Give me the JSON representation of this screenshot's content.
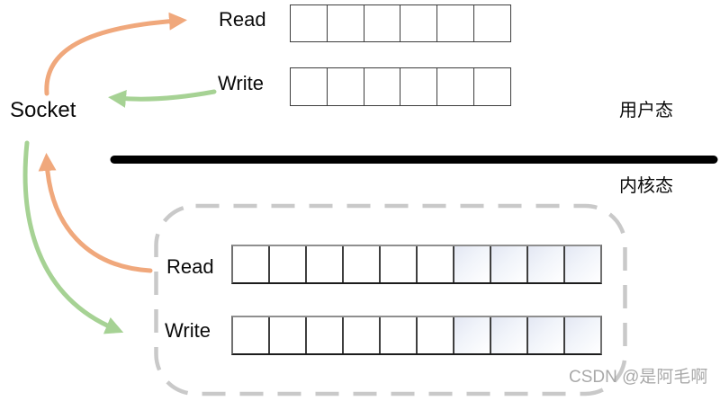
{
  "diagram": {
    "socket_label": "Socket",
    "zones": {
      "user": "用户态",
      "kernel": "内核态"
    },
    "user_space": {
      "read_label": "Read",
      "write_label": "Write",
      "read_buffer": {
        "cells": 6,
        "highlighted_cells": 0
      },
      "write_buffer": {
        "cells": 6,
        "highlighted_cells": 0
      }
    },
    "kernel_space": {
      "read_label": "Read",
      "write_label": "Write",
      "read_buffer": {
        "cells": 10,
        "highlighted_cells": 4
      },
      "write_buffer": {
        "cells": 10,
        "highlighted_cells": 4
      }
    },
    "colors": {
      "read_arrow": "#f0a87c",
      "write_arrow": "#a6d294",
      "boundary_line": "#000000",
      "kernel_box_border": "#c9c9c9",
      "cell_highlight_tint": "#e3e7f3"
    }
  },
  "watermark": "CSDN @是阿毛啊"
}
